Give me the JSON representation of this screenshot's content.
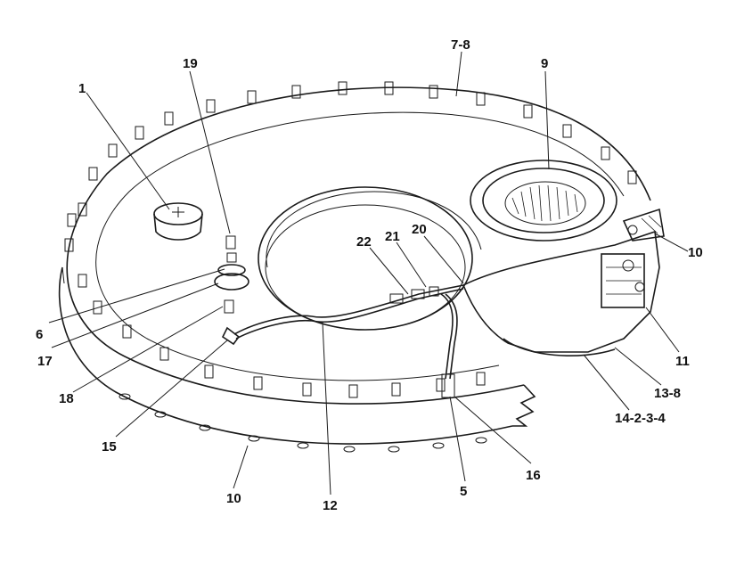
{
  "diagram": {
    "callouts": [
      {
        "id": "c1",
        "text": "1"
      },
      {
        "id": "c19",
        "text": "19"
      },
      {
        "id": "c78",
        "text": "7-8"
      },
      {
        "id": "c9",
        "text": "9"
      },
      {
        "id": "c10r",
        "text": "10"
      },
      {
        "id": "c22",
        "text": "22"
      },
      {
        "id": "c21",
        "text": "21"
      },
      {
        "id": "c20",
        "text": "20"
      },
      {
        "id": "c6",
        "text": "6"
      },
      {
        "id": "c17",
        "text": "17"
      },
      {
        "id": "c18",
        "text": "18"
      },
      {
        "id": "c15",
        "text": "15"
      },
      {
        "id": "c11",
        "text": "11"
      },
      {
        "id": "c138",
        "text": "13-8"
      },
      {
        "id": "c14",
        "text": "14-2-3-4"
      },
      {
        "id": "c16",
        "text": "16"
      },
      {
        "id": "c5",
        "text": "5"
      },
      {
        "id": "c12",
        "text": "12"
      },
      {
        "id": "c10b",
        "text": "10"
      }
    ]
  }
}
